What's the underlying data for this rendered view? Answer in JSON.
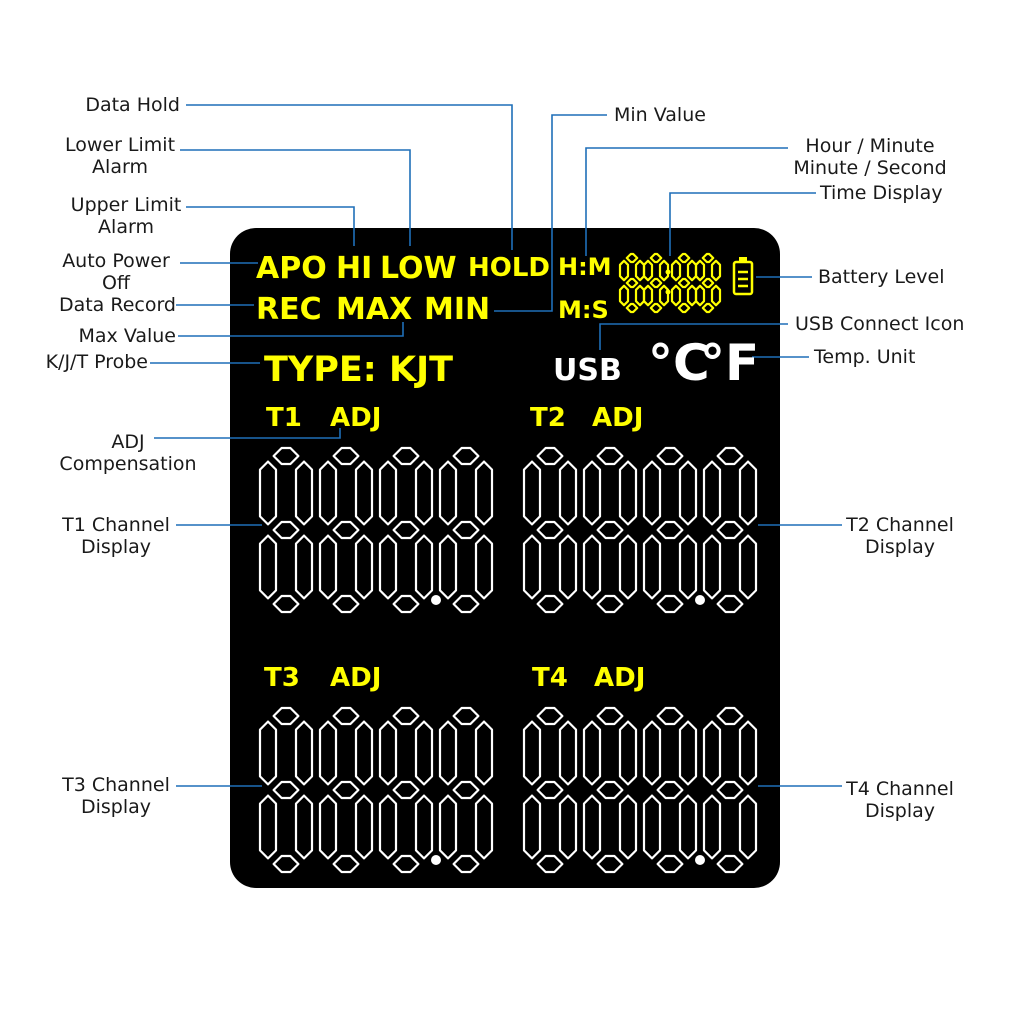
{
  "callouts": {
    "data_hold": "Data Hold",
    "lower_limit": [
      "Lower Limit",
      "Alarm"
    ],
    "upper_limit": [
      "Upper Limit",
      "Alarm"
    ],
    "auto_power_off": [
      "Auto Power",
      "Off"
    ],
    "data_record": "Data Record",
    "max_value": "Max Value",
    "probe": "K/J/T Probe",
    "adj_comp": [
      "ADJ",
      "Compensation"
    ],
    "t1": [
      "T1 Channel",
      "Display"
    ],
    "t3": [
      "T3 Channel",
      "Display"
    ],
    "min_value": "Min Value",
    "time_fmt": [
      "Hour / Minute",
      "Minute / Second"
    ],
    "time_display": "Time Display",
    "battery": "Battery Level",
    "usb": "USB Connect Icon",
    "temp_unit": "Temp. Unit",
    "t2": [
      "T2 Channel",
      "Display"
    ],
    "t4": [
      "T4 Channel",
      "Display"
    ]
  },
  "lcd": {
    "apo": "APO",
    "hi": "HI",
    "low": "LOW",
    "hold": "HOLD",
    "hm": "H:M",
    "ms": "M:S",
    "rec": "REC",
    "max": "MAX",
    "min": "MIN",
    "type": "TYPE: KJT",
    "usb": "USB",
    "celsius": "°C",
    "fahrenheit": "°F",
    "t1": "T1",
    "t2": "T2",
    "t3": "T3",
    "t4": "T4",
    "adj": "ADJ"
  },
  "colors": {
    "panel": "#000000",
    "yellow": "#ffff00",
    "white": "#ffffff",
    "leader": "#1f6fb8"
  }
}
